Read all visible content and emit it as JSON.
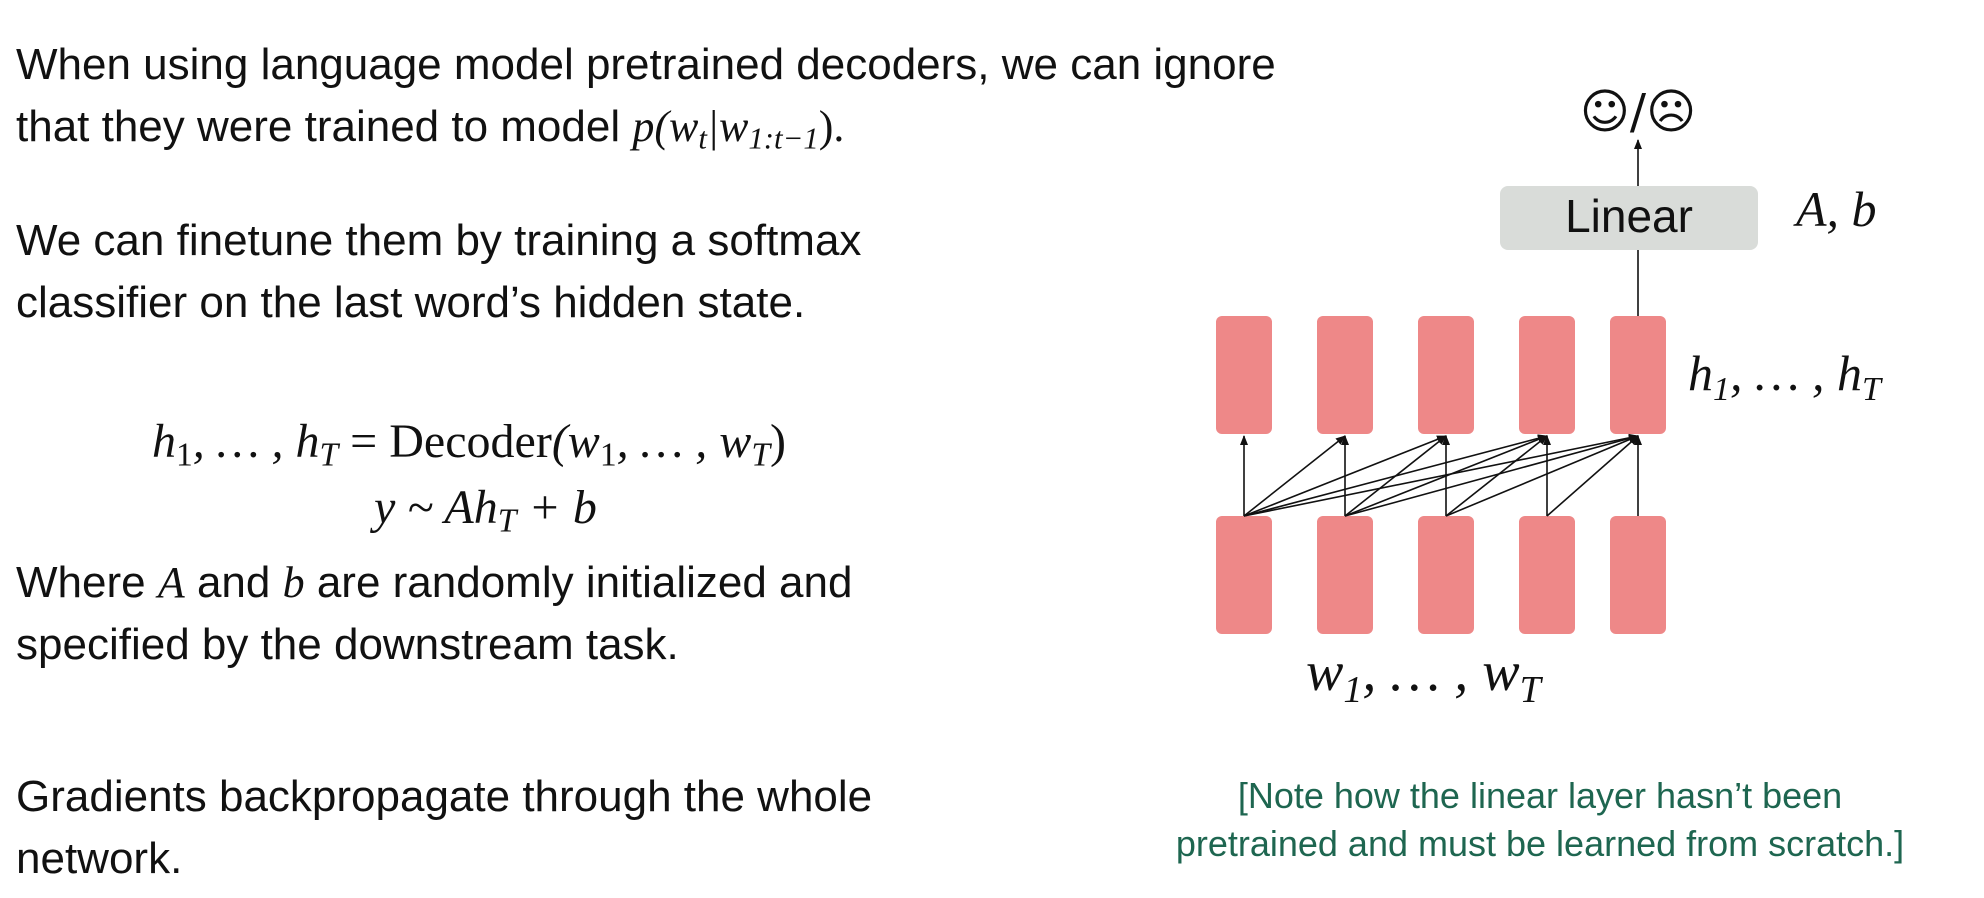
{
  "paragraphs": {
    "p1": {
      "line1": "When using language model pretrained decoders, we can ignore",
      "line2_prefix": "that they were trained to model ",
      "formula_main": "p(w",
      "formula_sub1": "t",
      "formula_mid": "|w",
      "formula_sub2": "1:t−1",
      "formula_end": ").",
      "suffix": ""
    },
    "p2": {
      "line1": "We can finetune them by training a softmax",
      "line2": "classifier on the last word’s hidden state."
    },
    "p3": {
      "part1": "Where ",
      "A": "A",
      "part2": " and ",
      "b": "b",
      "part3": " are randomly initialized and",
      "line2": "specified by the downstream task."
    },
    "p4": {
      "line1": "Gradients backpropagate through the whole",
      "line2": "network."
    }
  },
  "equations": {
    "eq1": {
      "h": "h",
      "sub1": "1",
      "mid": ", … , h",
      "subT": "T",
      "eqsign": " = ",
      "decoder": "Decoder",
      "args_open": "(w",
      "args_sub1": "1",
      "args_mid": ", … , w",
      "args_subT": "T",
      "args_close": ")"
    },
    "eq2": {
      "lhs": "y ~ Ah",
      "subT": "T",
      "rhs": " + b"
    }
  },
  "diagram": {
    "output_symbol": "☺/☹",
    "linear_label": "Linear",
    "linear_params": "A, b",
    "hidden_label": {
      "main": "h",
      "sub1": "1",
      "mid": ", … , h",
      "subT": "T"
    },
    "input_label": {
      "main": "w",
      "sub1": "1",
      "mid": ", … , w",
      "subT": "T"
    },
    "block_color": "#ee8888",
    "linear_color": "#d9dcd9"
  },
  "note": {
    "line1": "[Note how the linear layer hasn’t been",
    "line2": "pretrained and must be learned from scratch.]",
    "color": "#1e6650"
  }
}
